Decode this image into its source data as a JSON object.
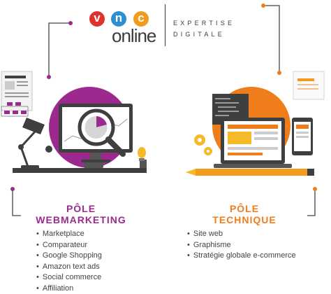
{
  "logo": {
    "letters": [
      "v",
      "n",
      "c"
    ],
    "letter_colors": [
      "#e0312d",
      "#2d8fd0",
      "#f29a1e"
    ],
    "wordmark": "online",
    "tagline_line1": "EXPERTISE",
    "tagline_line2": "DIGITALE"
  },
  "colors": {
    "purple": "#9c2a8e",
    "orange": "#ef7d1a",
    "dark": "#3f3f3f"
  },
  "webmarketing": {
    "title_line1": "PÔLE",
    "title_line2": "WEBMARKETING",
    "items": [
      "Marketplace",
      "Comparateur",
      "Google Shopping",
      "Amazon text ads",
      "Social commerce",
      "Affiliation"
    ]
  },
  "technique": {
    "title_line1": "PÔLE",
    "title_line2": "TECHNIQUE",
    "items": [
      "Site web",
      "Graphisme",
      "Stratégie globale e-commerce"
    ]
  },
  "icons": {
    "left_illustration": "magnifier-monitor-illustration",
    "right_illustration": "web-dev-laptop-illustration"
  }
}
